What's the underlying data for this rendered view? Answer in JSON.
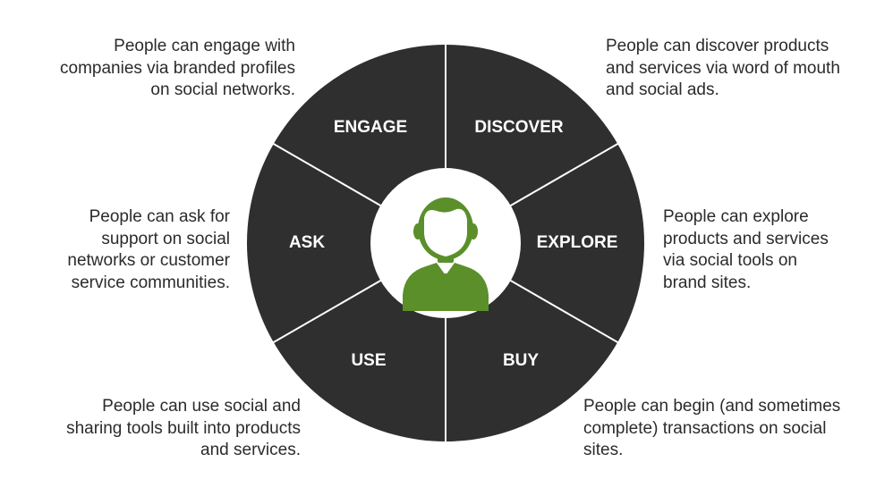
{
  "colors": {
    "segment_fill": "#2f2f2f",
    "divider": "#ffffff",
    "center_fill": "#ffffff",
    "avatar_accent": "#5a8f2a",
    "text": "#2b2b2b"
  },
  "center_icon": "person-avatar-icon",
  "segments": [
    {
      "id": "engage",
      "label": "ENGAGE",
      "description": [
        "People can engage with",
        "companies via branded profiles",
        "on social networks."
      ]
    },
    {
      "id": "discover",
      "label": "DISCOVER",
      "description": [
        "People can discover products",
        "and services via word of mouth",
        "and social ads."
      ]
    },
    {
      "id": "explore",
      "label": "EXPLORE",
      "description": [
        "People can explore",
        "products and services",
        "via social tools on",
        "brand sites."
      ]
    },
    {
      "id": "buy",
      "label": "BUY",
      "description": [
        "People can begin (and sometimes",
        "complete) transactions on social",
        "sites."
      ]
    },
    {
      "id": "use",
      "label": "USE",
      "description": [
        "People can use social and",
        "sharing tools built into products",
        "and services."
      ]
    },
    {
      "id": "ask",
      "label": "ASK",
      "description": [
        "People can ask for",
        "support on social",
        "networks or customer",
        "service communities."
      ]
    }
  ]
}
